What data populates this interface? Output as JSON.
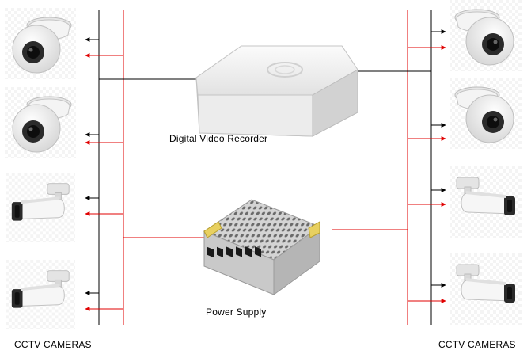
{
  "labels": {
    "dvr": "Digital Video Recorder",
    "psu": "Power Supply",
    "cameras_left": "CCTV CAMERAS",
    "cameras_right": "CCTV CAMERAS"
  },
  "colors": {
    "video_line": "#000000",
    "power_line": "#e00000",
    "device_body": "#eeeeee",
    "device_shadow": "#c8c8c8",
    "camera_body": "#f2f2f2",
    "lens": "#1a1a1a",
    "psu_metal": "#cfcfcf",
    "psu_label": "#e8d060"
  },
  "icons": {
    "dvr": "dvr-box-icon",
    "psu": "power-supply-icon",
    "dome_camera": "dome-camera-icon",
    "bullet_camera": "bullet-camera-icon"
  },
  "cameras": {
    "left": [
      "dome",
      "dome",
      "bullet",
      "bullet"
    ],
    "right": [
      "dome",
      "dome",
      "bullet",
      "bullet"
    ]
  }
}
